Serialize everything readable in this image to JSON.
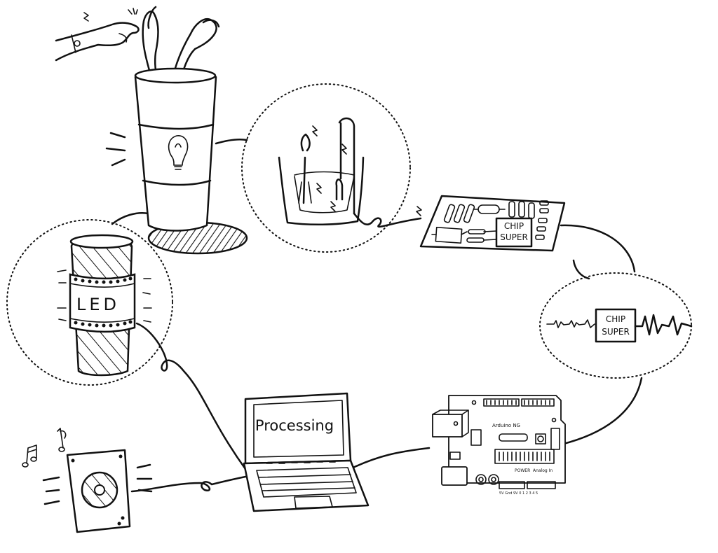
{
  "labels": {
    "led": "LED",
    "laptop_screen": "Processing",
    "chip_line1": "CHIP",
    "chip_line2": "SUPER",
    "chip_zoom_line1": "CHIP",
    "chip_zoom_line2": "SUPER",
    "arduino_name": "Arduino NG",
    "arduino_power": "POWER",
    "arduino_analog": "Analog In",
    "arduino_pins_bottom": "5V Gnd 9V  0 1 2 3 4 5"
  },
  "colors": {
    "ink": "#111111",
    "paper": "#ffffff"
  }
}
